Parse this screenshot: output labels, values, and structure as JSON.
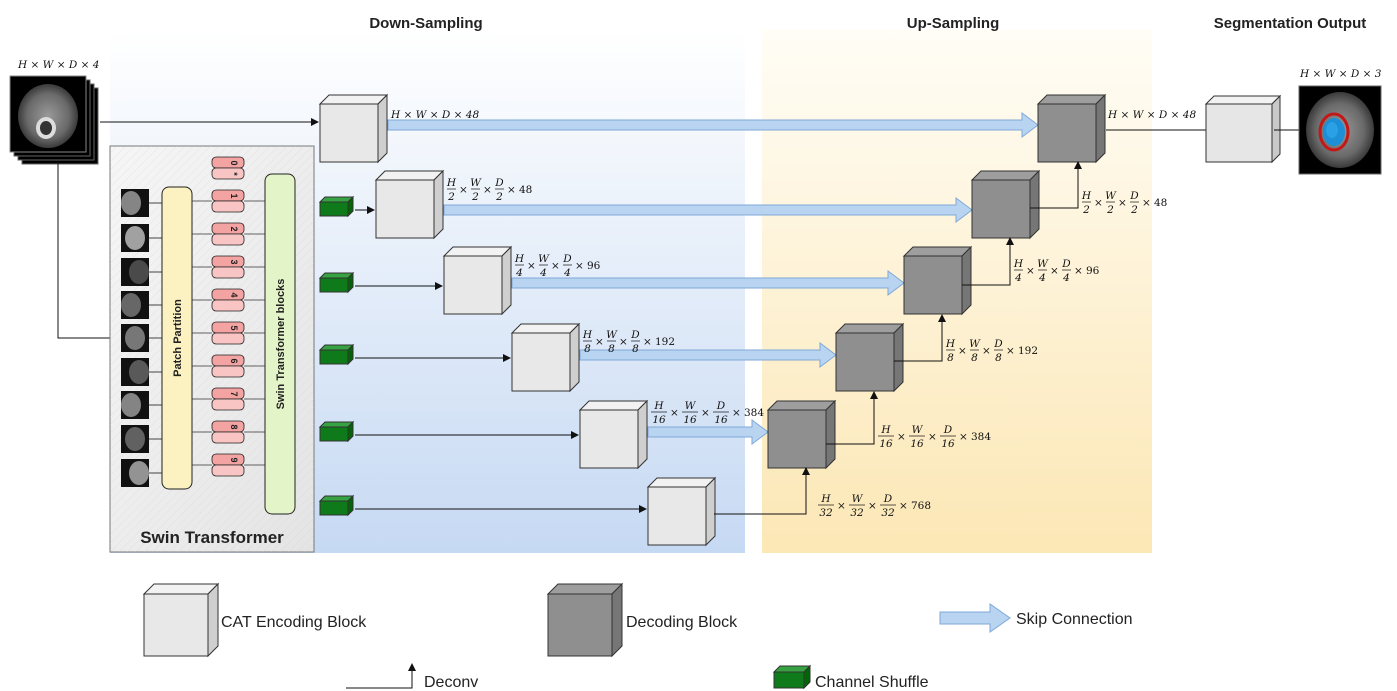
{
  "sections": {
    "down_sampling": "Down-Sampling",
    "up_sampling": "Up-Sampling",
    "segmentation_output": "Segmentation Output"
  },
  "input_label": "H × W × D × 4",
  "output_label": "H × W × D × 3",
  "swin": {
    "title": "Swin Transformer",
    "patch_partition": "Patch Partition",
    "swin_blocks": "Swin Transformer blocks",
    "tokens": [
      "0",
      "1",
      "2",
      "3",
      "4",
      "5",
      "6",
      "7",
      "8",
      "9"
    ],
    "first_token_mark": "*"
  },
  "encoder_labels": [
    "H × W × D × 48",
    "H/2 × W/2 × D/2 × 48",
    "H/4 × W/4 × D/4 × 96",
    "H/8 × W/8 × D/8 × 192",
    "H/16 × W/16 × D/16 × 384",
    "H/32 × W/32 × D/32 × 768"
  ],
  "decoder_labels": [
    "H × W × D × 48",
    "H/2 × W/2 × D/2 × 48",
    "H/4 × W/4 × D/4 × 96",
    "H/8 × W/8 × D/8 × 192",
    "H/16 × W/16 × D/16 × 384"
  ],
  "legend": {
    "cat_encoding_block": "CAT Encoding Block",
    "decoding_block": "Decoding Block",
    "skip_connection": "Skip Connection",
    "deconv": "Deconv",
    "channel_shuffle": "Channel Shuffle"
  },
  "colors": {
    "encoder_face": "#e8e8e8",
    "decoder_face": "#8f8f8f",
    "skip_arrow": "#b8d4f0",
    "channel_shuffle": "#0f7a1a",
    "token_fill": "#f4a3a3",
    "patch_partition_fill": "#fbf1c1",
    "swin_blocks_fill": "#e3f5c8"
  },
  "icons": [
    "encoder-cube-icon",
    "decoder-cube-icon",
    "channel-shuffle-icon",
    "skip-arrow-icon",
    "deconv-arrow-icon",
    "brain-mri-icon"
  ]
}
